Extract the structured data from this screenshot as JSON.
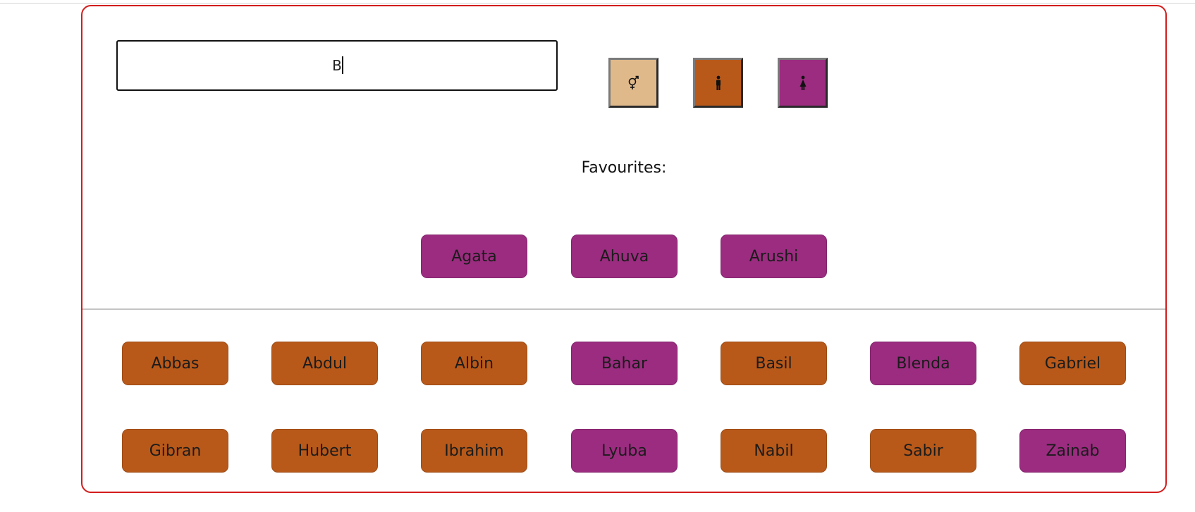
{
  "search": {
    "value": "B"
  },
  "filters": [
    {
      "name": "both",
      "icon": "gender-both-icon",
      "color": "#e0b98a"
    },
    {
      "name": "male",
      "icon": "male-icon",
      "color": "#b8591a"
    },
    {
      "name": "female",
      "icon": "female-icon",
      "color": "#9b2c80"
    }
  ],
  "favourites": {
    "label": "Favourites:",
    "names": [
      {
        "label": "Agata",
        "gender": "female"
      },
      {
        "label": "Ahuva",
        "gender": "female"
      },
      {
        "label": "Arushi",
        "gender": "female"
      }
    ]
  },
  "names": [
    {
      "label": "Abbas",
      "gender": "male"
    },
    {
      "label": "Abdul",
      "gender": "male"
    },
    {
      "label": "Albin",
      "gender": "male"
    },
    {
      "label": "Bahar",
      "gender": "female"
    },
    {
      "label": "Basil",
      "gender": "male"
    },
    {
      "label": "Blenda",
      "gender": "female"
    },
    {
      "label": "Gabriel",
      "gender": "male"
    },
    {
      "label": "Gibran",
      "gender": "male"
    },
    {
      "label": "Hubert",
      "gender": "male"
    },
    {
      "label": "Ibrahim",
      "gender": "male"
    },
    {
      "label": "Lyuba",
      "gender": "female"
    },
    {
      "label": "Nabil",
      "gender": "male"
    },
    {
      "label": "Sabir",
      "gender": "male"
    },
    {
      "label": "Zainab",
      "gender": "female"
    }
  ],
  "colors": {
    "male": "#b8591a",
    "female": "#9b2c80",
    "frame": "#d21c1c"
  }
}
